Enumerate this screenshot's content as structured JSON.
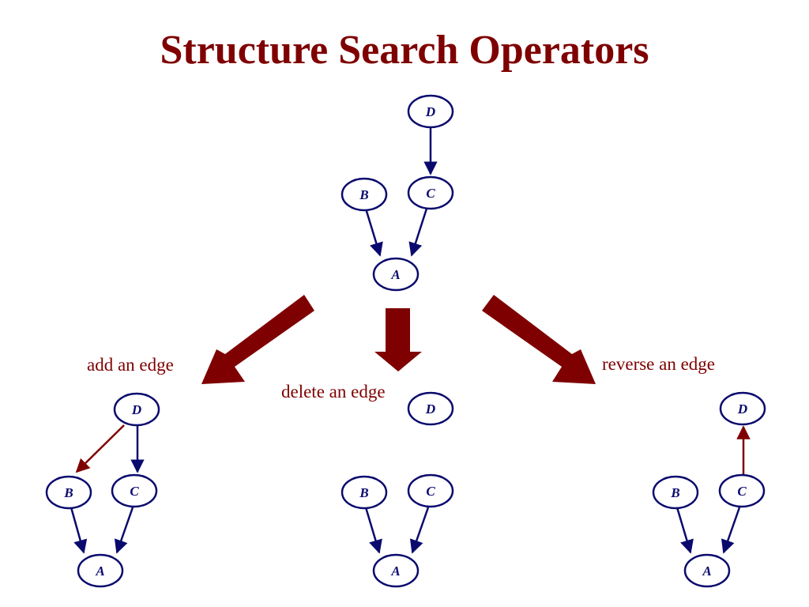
{
  "title": "Structure Search Operators",
  "operations": {
    "add": "add an edge",
    "delete": "delete an edge",
    "reverse": "reverse an edge"
  },
  "colors": {
    "title": "#7f0000",
    "node_stroke": "#0a0a6e",
    "edge": "#0a0a6e",
    "changed_edge": "#7f0000",
    "big_arrow": "#7f0000"
  },
  "graphs": {
    "original": {
      "nodes": [
        "D",
        "C",
        "B",
        "A"
      ],
      "edges": [
        [
          "D",
          "C"
        ],
        [
          "B",
          "A"
        ],
        [
          "C",
          "A"
        ]
      ]
    },
    "add_edge": {
      "nodes": [
        "D",
        "B",
        "C",
        "A"
      ],
      "edges": [
        [
          "D",
          "C"
        ],
        [
          "B",
          "A"
        ],
        [
          "C",
          "A"
        ],
        [
          "D",
          "B"
        ]
      ],
      "changed_edge": [
        "D",
        "B"
      ]
    },
    "delete_edge": {
      "nodes": [
        "D",
        "B",
        "C",
        "A"
      ],
      "edges": [
        [
          "B",
          "A"
        ],
        [
          "C",
          "A"
        ]
      ]
    },
    "reverse_edge": {
      "nodes": [
        "D",
        "B",
        "C",
        "A"
      ],
      "edges": [
        [
          "B",
          "A"
        ],
        [
          "C",
          "A"
        ],
        [
          "C",
          "D"
        ]
      ],
      "changed_edge": [
        "C",
        "D"
      ]
    }
  }
}
